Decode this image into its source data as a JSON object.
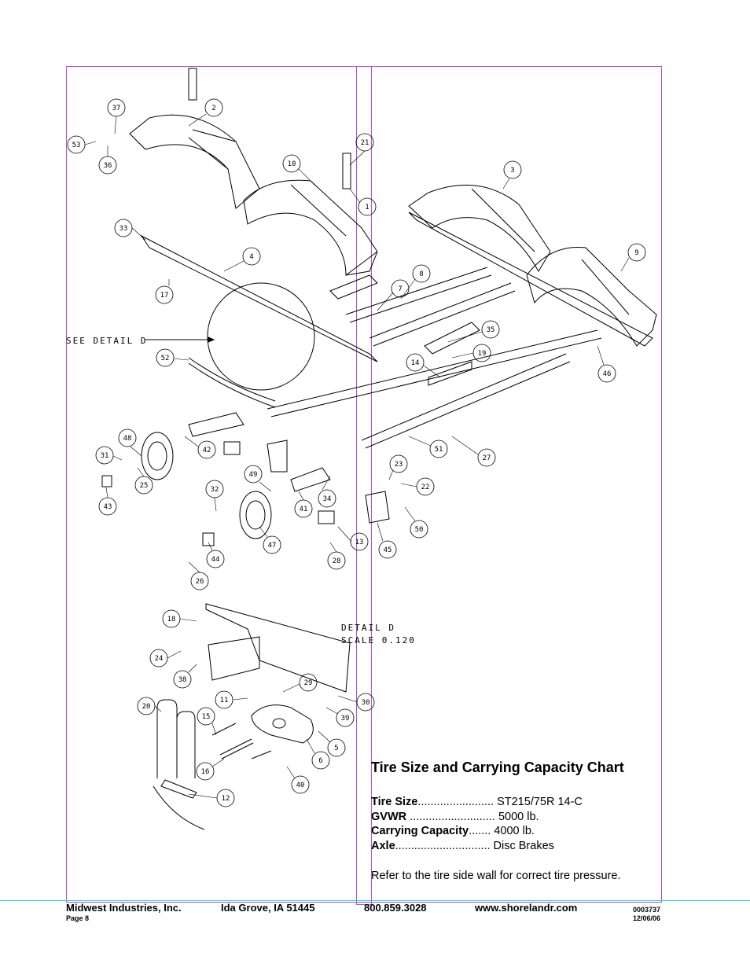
{
  "diagram": {
    "see_detail_label": "SEE DETAIL D",
    "detail_label_line1": "DETAIL D",
    "detail_label_line2": "SCALE 0.120",
    "callouts": [
      "37",
      "2",
      "53",
      "36",
      "21",
      "10",
      "1",
      "3",
      "33",
      "4",
      "9",
      "8",
      "7",
      "17",
      "35",
      "19",
      "14",
      "52",
      "46",
      "48",
      "31",
      "42",
      "25",
      "51",
      "27",
      "23",
      "32",
      "49",
      "22",
      "43",
      "34",
      "41",
      "50",
      "47",
      "13",
      "45",
      "44",
      "28",
      "26",
      "18",
      "24",
      "38",
      "29",
      "11",
      "30",
      "20",
      "15",
      "39",
      "5",
      "6",
      "16",
      "40",
      "12"
    ]
  },
  "chart": {
    "title": "Tire Size and Carrying Capacity Chart",
    "rows": [
      {
        "label": "Tire Size",
        "dots": "........................",
        "value": "ST215/75R 14-C"
      },
      {
        "label": "GVWR",
        "dots": "...........................",
        "value": "5000 lb."
      },
      {
        "label": "Carrying Capacity",
        "dots": ".......",
        "value": "4000 lb."
      },
      {
        "label": "Axle",
        "dots": "..............................",
        "value": "Disc Brakes"
      }
    ],
    "note": "Refer to the tire side wall for correct tire pressure."
  },
  "footer": {
    "company": "Midwest Industries, Inc.",
    "city": "Ida Grove, IA  51445",
    "phone": "800.859.3028",
    "website": "www.shorelandr.com",
    "page": "Page 8",
    "doc_number": "0003737",
    "date": "12/06/06"
  }
}
